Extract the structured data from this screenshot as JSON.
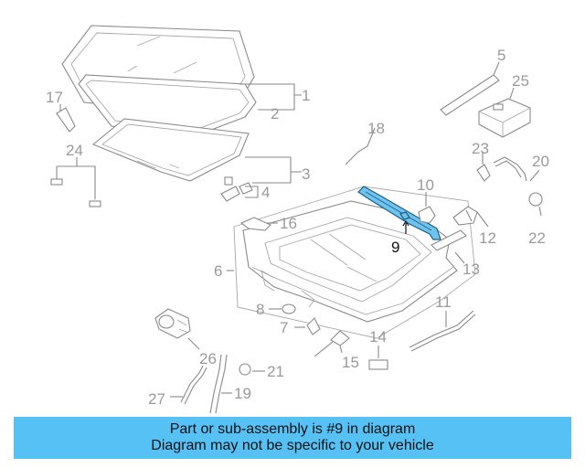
{
  "diagram": {
    "callouts": [
      {
        "id": "c1",
        "label": "1"
      },
      {
        "id": "c2",
        "label": "2"
      },
      {
        "id": "c3",
        "label": "3"
      },
      {
        "id": "c4",
        "label": "4"
      },
      {
        "id": "c5",
        "label": "5"
      },
      {
        "id": "c6",
        "label": "6"
      },
      {
        "id": "c7",
        "label": "7"
      },
      {
        "id": "c8",
        "label": "8"
      },
      {
        "id": "c9",
        "label": "9",
        "highlighted": true
      },
      {
        "id": "c10",
        "label": "10"
      },
      {
        "id": "c11",
        "label": "11"
      },
      {
        "id": "c12",
        "label": "12"
      },
      {
        "id": "c13",
        "label": "13"
      },
      {
        "id": "c14",
        "label": "14"
      },
      {
        "id": "c15",
        "label": "15"
      },
      {
        "id": "c16",
        "label": "16"
      },
      {
        "id": "c17",
        "label": "17"
      },
      {
        "id": "c18",
        "label": "18"
      },
      {
        "id": "c19",
        "label": "19"
      },
      {
        "id": "c20",
        "label": "20"
      },
      {
        "id": "c21",
        "label": "21"
      },
      {
        "id": "c22",
        "label": "22"
      },
      {
        "id": "c23",
        "label": "23"
      },
      {
        "id": "c24",
        "label": "24"
      },
      {
        "id": "c25",
        "label": "25"
      },
      {
        "id": "c26",
        "label": "26"
      },
      {
        "id": "c27",
        "label": "27"
      }
    ],
    "highlight_color": "#6fc3ef"
  },
  "footer": {
    "line1": "Part or sub-assembly is #9 in diagram",
    "line2": "Diagram may not be specific to your vehicle",
    "background": "#56c1f5"
  }
}
